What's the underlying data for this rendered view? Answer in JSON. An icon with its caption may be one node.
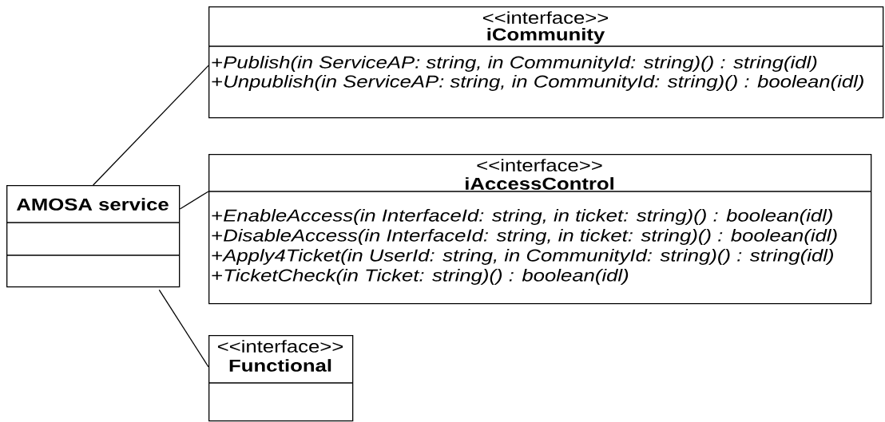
{
  "diagram": {
    "nodes": [
      {
        "text": [
          "AMOSA service"
        ]
      },
      {
        "text": [
          "<<interface>>",
          "iCommunity",
          "+*Publish(in ServiceAP: string, in CommunityId: string)() : string(idl)*",
          "+*Unpublish(in ServiceAP: string, in CommunityId: string)() : boolean(idl)*"
        ]
      },
      {
        "text": [
          "<<interface>>",
          "iAccessControl",
          "+*EnableAccess(in InterfaceId: string, in ticket: string)() : boolean(idl)*",
          "+*DisableAccess(in InterfaceId: string, in ticket: string)() : boolean(idl)*",
          "+*Apply4Ticket(in UserId: string, in CommunityId: string)() : string(idl)*",
          "+*TicketCheck(in Ticket: string)() : boolean(idl)*"
        ]
      },
      {
        "text": [
          "<<interface>>",
          "Functional"
        ]
      }
    ],
    "edges": [
      {
        "from": 0,
        "to": 1,
        "arrow": "none"
      },
      {
        "from": 0,
        "to": 2,
        "arrow": "none"
      },
      {
        "from": 0,
        "to": 3,
        "arrow": "none"
      }
    ]
  }
}
